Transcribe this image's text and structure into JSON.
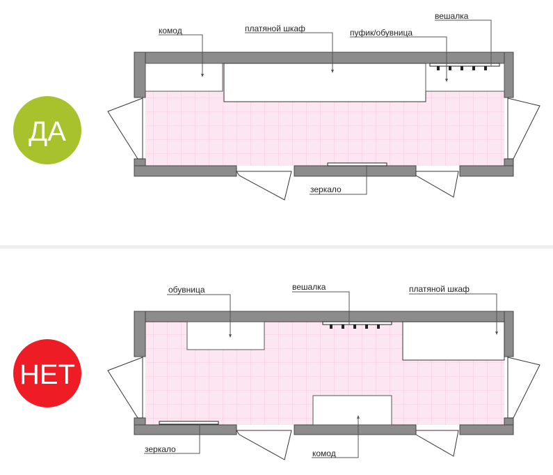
{
  "colors": {
    "floor": "#fbe6f1",
    "floor_grid": "#f3c9de",
    "wall_fill": "#8c8c8c",
    "wall_stroke": "#444444",
    "leader": "#555555",
    "label_text": "#222222",
    "divider": "#eeeeee",
    "yes_badge": "#a7c22c",
    "no_badge": "#ee1c24"
  },
  "plans": [
    {
      "badge": {
        "label": "ДА",
        "meaning": "correct layout"
      },
      "labels": {
        "dresser": "комод",
        "wardrobe": "платяной шкаф",
        "pouf_shoe_rack": "пуфик/обувница",
        "coat_hanger": "вешалка",
        "mirror": "зеркало"
      }
    },
    {
      "badge": {
        "label": "НЕТ",
        "meaning": "incorrect layout"
      },
      "labels": {
        "shoe_rack": "обувница",
        "coat_hanger": "вешалка",
        "wardrobe": "платяной шкаф",
        "mirror": "зеркало",
        "dresser": "комод"
      }
    }
  ]
}
